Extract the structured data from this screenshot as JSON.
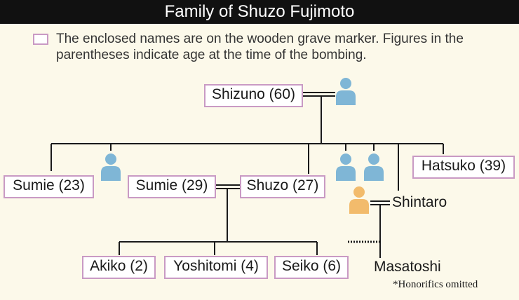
{
  "title": "Family of Shuzo Fujimoto",
  "note": "The enclosed names are on the wooden grave marker. Figures in the parentheses indicate age at the time of the bombing.",
  "footnote": "*Honorifics omitted",
  "colors": {
    "title_bg": "#111111",
    "background": "#fcf9ea",
    "box_border": "#c99ac4",
    "icon_blue": "#7fb6d6",
    "icon_orange": "#f2bb6c"
  },
  "people": {
    "shizuno": "Shizuno (60)",
    "sumie_23": "Sumie (23)",
    "sumie_29": "Sumie (29)",
    "shuzo": "Shuzo (27)",
    "hatsuko": "Hatsuko (39)",
    "shintaro": "Shintaro",
    "akiko": "Akiko (2)",
    "yoshitomi": "Yoshitomi (4)",
    "seiko": "Seiko (6)",
    "masatoshi": "Masatoshi"
  },
  "icons": {
    "unnamed_person": "person-icon-blue",
    "shintaro_spouse": "person-icon-orange"
  }
}
